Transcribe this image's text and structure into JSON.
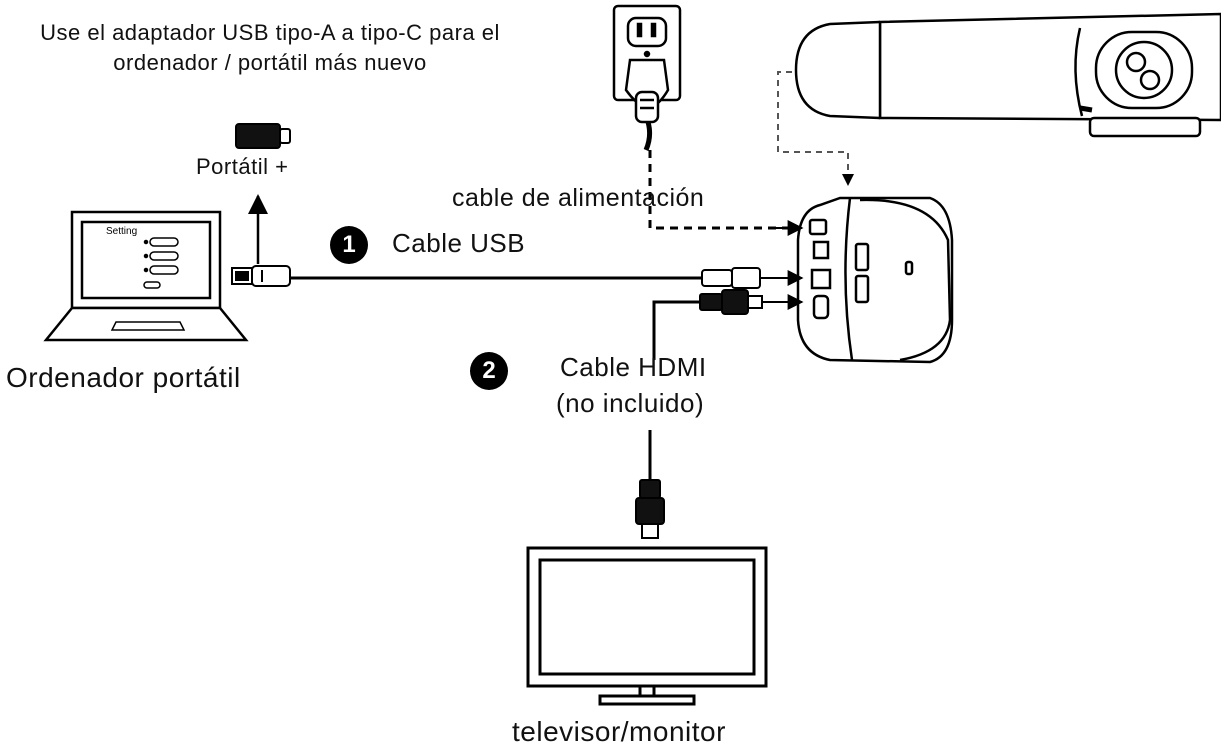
{
  "labels": {
    "adapter_note": "Use el adaptador USB tipo-A a tipo-C para el ordenador / portátil más nuevo",
    "laptop_plus": "Portátil +",
    "power_cable": "cable de alimentación",
    "usb_cable": "Cable USB",
    "hdmi_cable": "Cable HDMI",
    "hdmi_note": "(no incluido)",
    "laptop": "Ordenador portátil",
    "tv_monitor": "televisor/monitor"
  },
  "badges": {
    "one": "1",
    "two": "2"
  },
  "laptop_screen": {
    "heading": "Setting"
  },
  "icons": {
    "laptop": "laptop-icon",
    "usb_c_adapter": "usb-c-adapter-icon",
    "usb_a_plug": "usb-a-plug-icon",
    "power_outlet": "power-outlet-icon",
    "power_plug": "power-plug-icon",
    "camera": "conference-camera-icon",
    "hub": "camera-hub-icon",
    "hdmi_plug": "hdmi-plug-icon",
    "tv": "tv-monitor-icon"
  },
  "colors": {
    "line": "#000000",
    "background": "#ffffff"
  }
}
